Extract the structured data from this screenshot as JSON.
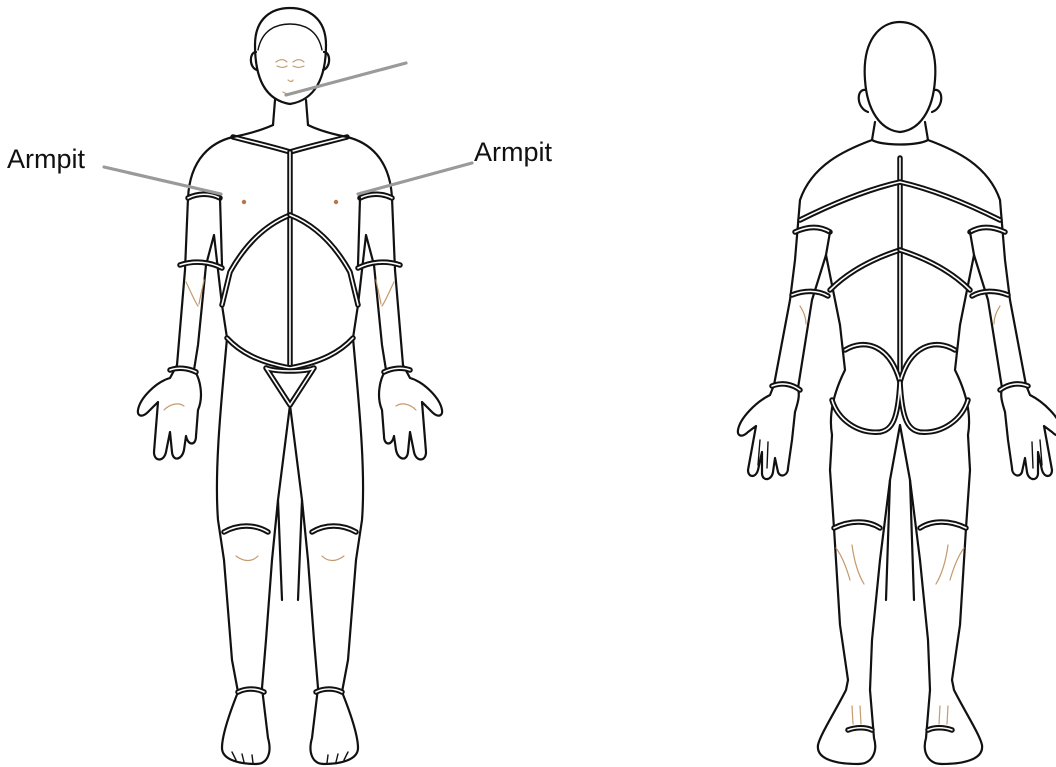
{
  "labels": {
    "armpit_left": "Armpit",
    "armpit_right": "Armpit"
  },
  "views": [
    {
      "name": "front",
      "icon": "front-body-figure-icon"
    },
    {
      "name": "back",
      "icon": "back-body-figure-icon"
    }
  ],
  "colors": {
    "outline": "#111111",
    "leader_line": "#9a9a9a",
    "skin_detail": "#c49a6c",
    "background": "#ffffff"
  }
}
